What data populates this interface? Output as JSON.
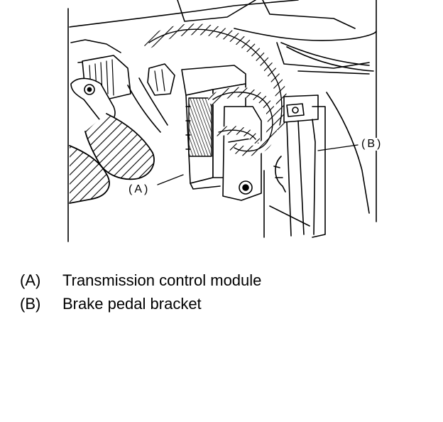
{
  "callouts": {
    "a": "(A)",
    "b": "(B)"
  },
  "legend": [
    {
      "key": "(A)",
      "label": "Transmission control module"
    },
    {
      "key": "(B)",
      "label": "Brake pedal bracket"
    }
  ]
}
